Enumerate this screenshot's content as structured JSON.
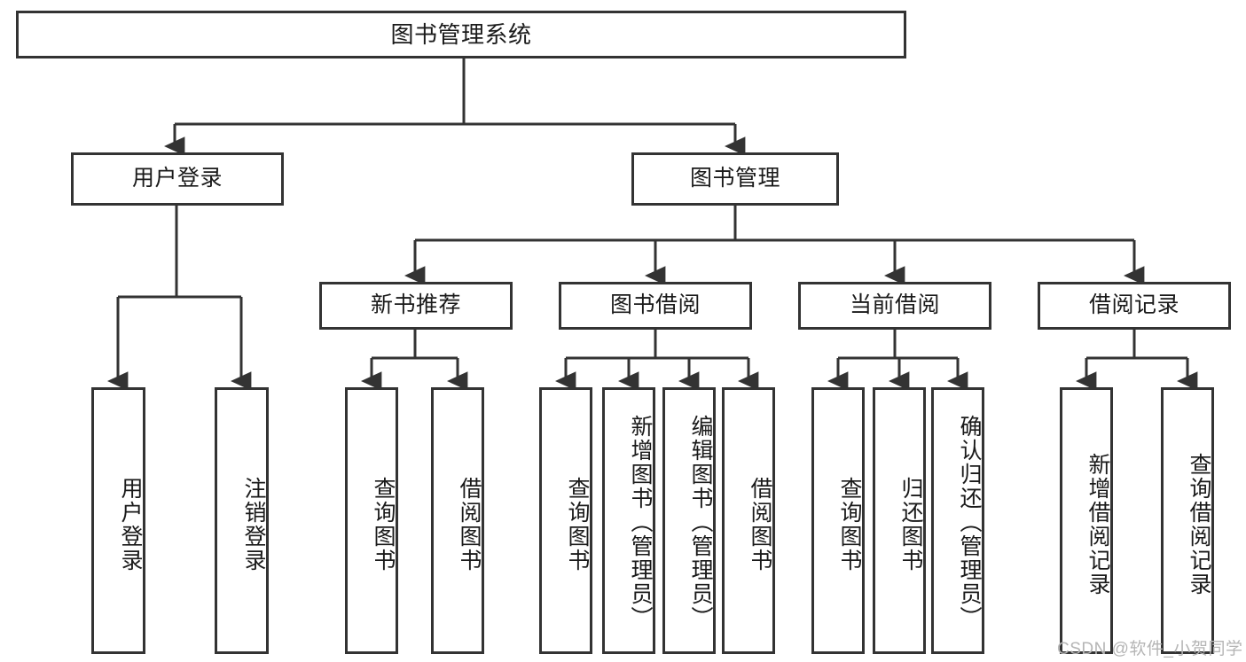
{
  "diagram": {
    "title": "图书管理系统",
    "watermark": "CSDN @软件_小贺同学",
    "levels": {
      "root": {
        "label": "图书管理系统"
      },
      "level2": [
        {
          "label": "用户登录"
        },
        {
          "label": "图书管理"
        }
      ],
      "level3": [
        {
          "label": "新书推荐"
        },
        {
          "label": "图书借阅"
        },
        {
          "label": "当前借阅"
        },
        {
          "label": "借阅记录"
        }
      ],
      "leaves": {
        "user_login": [
          {
            "label": "用户登录"
          },
          {
            "label": "注销登录"
          }
        ],
        "new_book_recommend": [
          {
            "label": "查询图书"
          },
          {
            "label": "借阅图书"
          }
        ],
        "book_borrow": [
          {
            "label": "查询图书"
          },
          {
            "label": "新增图书（管理员）"
          },
          {
            "label": "编辑图书（管理员）"
          },
          {
            "label": "借阅图书"
          }
        ],
        "current_borrow": [
          {
            "label": "查询图书"
          },
          {
            "label": "归还图书"
          },
          {
            "label": "确认归还（管理员）"
          }
        ],
        "borrow_record": [
          {
            "label": "新增借阅记录"
          },
          {
            "label": "查询借阅记录"
          }
        ]
      }
    },
    "colors": {
      "stroke": "#333333",
      "fill": "#ffffff",
      "text": "#1a1a1a",
      "watermark": "#b5b5b5"
    }
  }
}
